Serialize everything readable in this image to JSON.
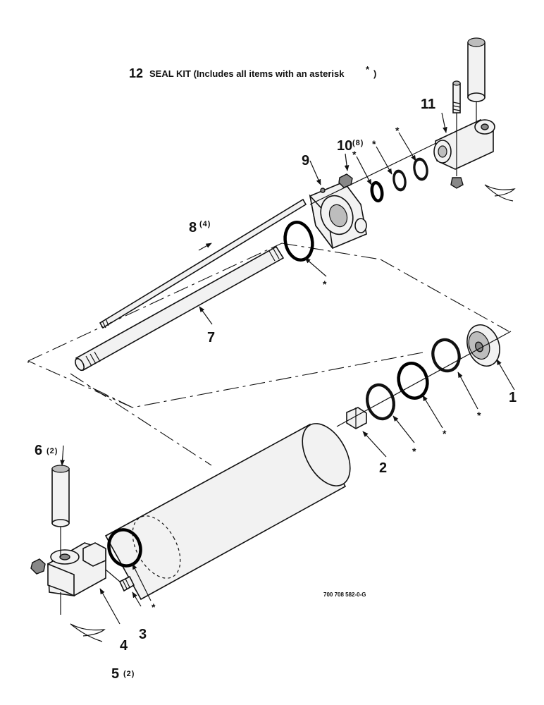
{
  "title": {
    "number": "12",
    "text": "SEAL KIT  (Includes all items with an asterisk",
    "asterisk": "*",
    "close": ")"
  },
  "drawing_code": "700 708 582-0-G",
  "callouts": [
    {
      "id": "1",
      "number": "1",
      "qty": ""
    },
    {
      "id": "2",
      "number": "2",
      "qty": ""
    },
    {
      "id": "3",
      "number": "3",
      "qty": ""
    },
    {
      "id": "4",
      "number": "4",
      "qty": ""
    },
    {
      "id": "5",
      "number": "5",
      "qty": "(2)"
    },
    {
      "id": "6",
      "number": "6",
      "qty": "(2)"
    },
    {
      "id": "7",
      "number": "7",
      "qty": ""
    },
    {
      "id": "8",
      "number": "8",
      "qty": "(4)"
    },
    {
      "id": "9",
      "number": "9",
      "qty": ""
    },
    {
      "id": "10",
      "number": "10",
      "qty": "(8)"
    },
    {
      "id": "11",
      "number": "11",
      "qty": ""
    }
  ],
  "asterisk_mark": "*"
}
